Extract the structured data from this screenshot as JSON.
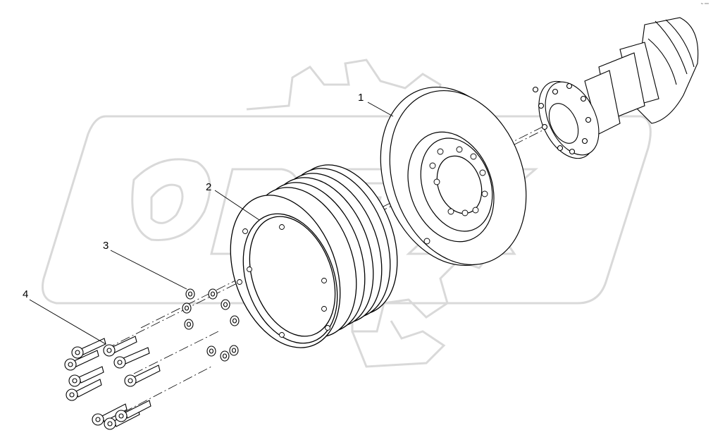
{
  "diagram": {
    "callouts": [
      {
        "id": "1",
        "label": "1"
      },
      {
        "id": "2",
        "label": "2"
      },
      {
        "id": "3",
        "label": "3"
      },
      {
        "id": "4",
        "label": "4"
      }
    ],
    "corner_mark": "ᵗᵉ ⁰⁰⁰",
    "watermark_text": "OPEX"
  }
}
